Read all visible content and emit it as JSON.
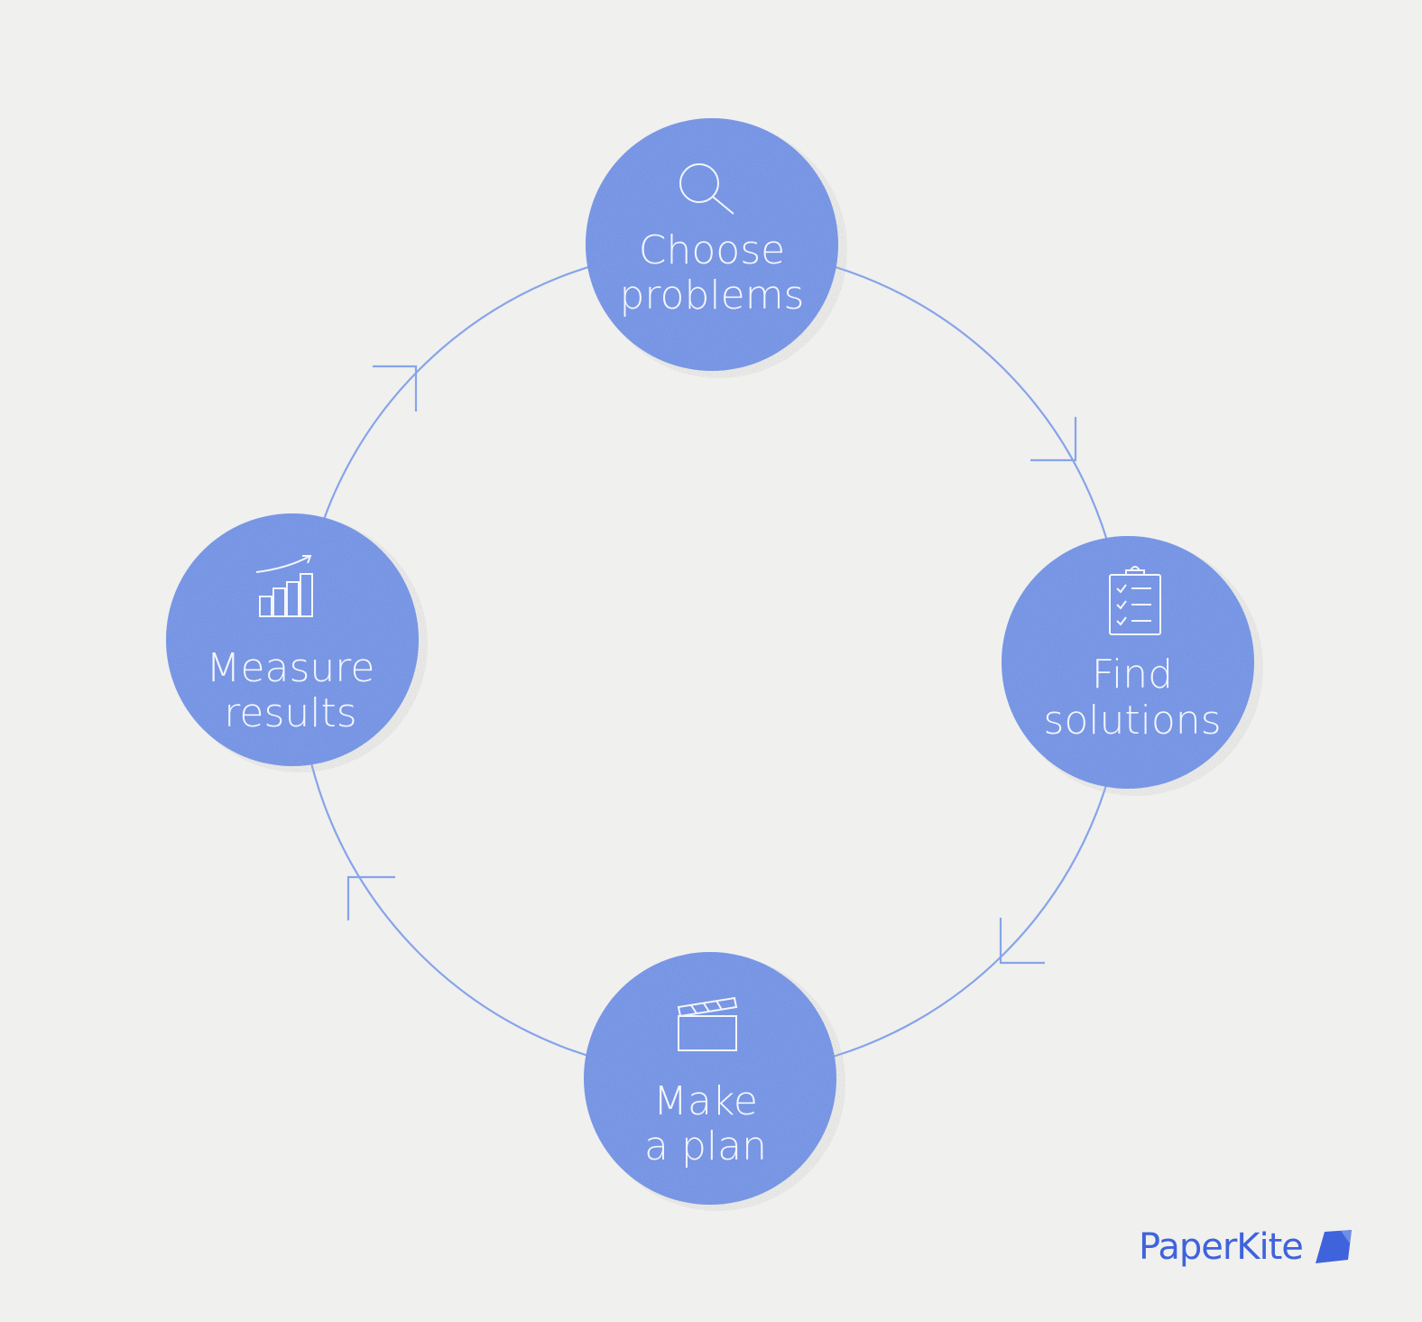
{
  "steps": [
    {
      "icon": "search-icon",
      "lines": [
        "Choose",
        "problems"
      ]
    },
    {
      "icon": "checklist-icon",
      "lines": [
        "Find",
        "solutions"
      ]
    },
    {
      "icon": "clapperboard-icon",
      "lines": [
        "Make",
        "a plan"
      ]
    },
    {
      "icon": "growth-chart-icon",
      "lines": [
        "Measure",
        "results"
      ]
    }
  ],
  "brand": {
    "name": "PaperKite",
    "logo_icon": "paperkite-logo-icon"
  },
  "colors": {
    "background": "#f0f0ef",
    "node_fill": "#7f9ff0",
    "ring": "#86a4ea",
    "text": "#f4f6fd",
    "brand": "#3f63dc"
  }
}
